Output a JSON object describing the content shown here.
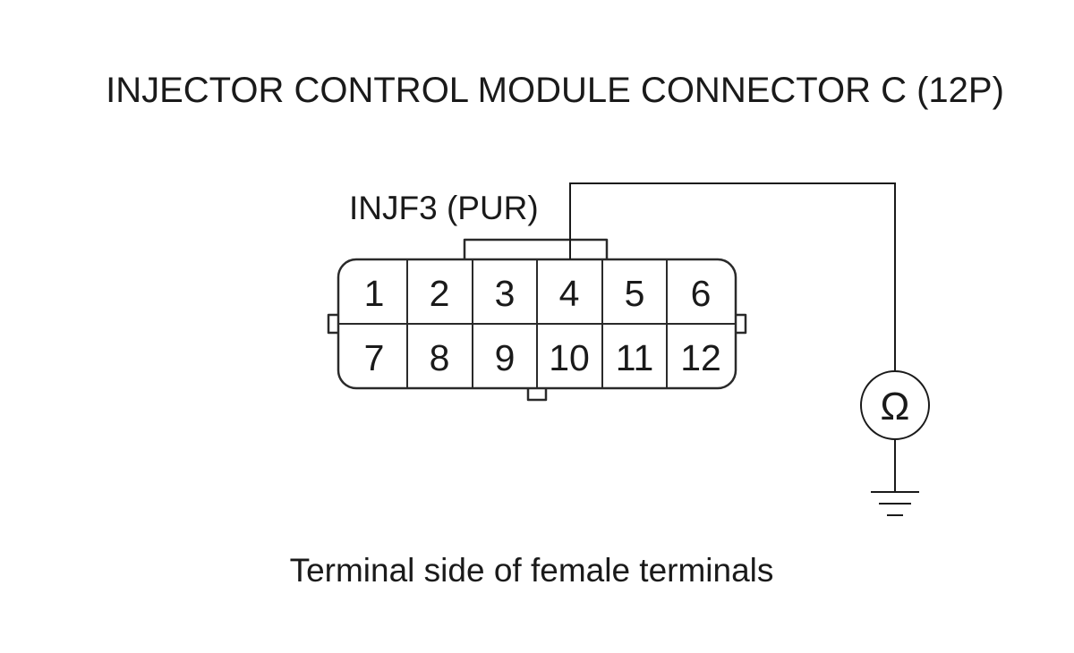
{
  "title": "INJECTOR CONTROL MODULE CONNECTOR C (12P)",
  "wire_label": "INJF3 (PUR)",
  "connector": {
    "pins_top": [
      "1",
      "2",
      "3",
      "4",
      "5",
      "6"
    ],
    "pins_bottom": [
      "7",
      "8",
      "9",
      "10",
      "11",
      "12"
    ]
  },
  "meter_symbol": "Ω",
  "caption": "Terminal side of female terminals"
}
